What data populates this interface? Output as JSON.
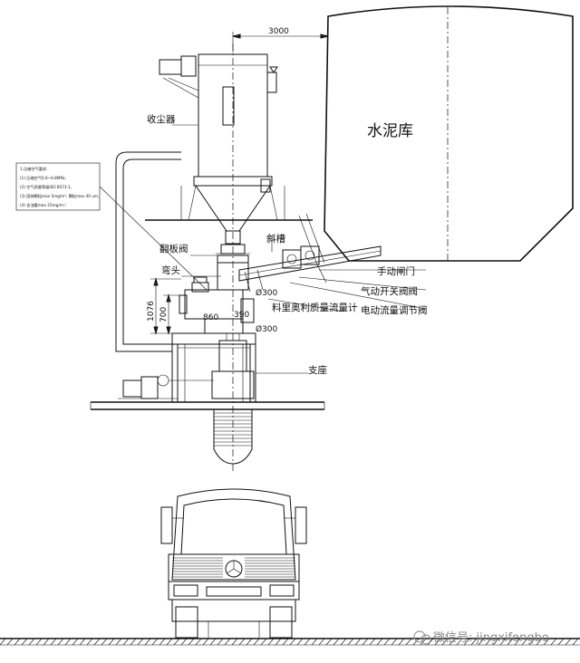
{
  "labels": {
    "silo": "水泥库",
    "dust_collector": "收尘器",
    "flap_valve": "翻板阀",
    "elbow": "弯头",
    "chute": "斜槽",
    "manual_gate": "手动闸门",
    "pneumatic_valve": "气动开关阀阀",
    "flowmeter": "料里奥利质量流量计",
    "electric_valve": "电动流量调节阀",
    "support": "支座"
  },
  "dimensions": {
    "d3000": "3000",
    "d1076": "1076",
    "d700": "700",
    "d300a": "Ø300",
    "d300b": "Ø300",
    "d860": "860",
    "d390": "390"
  },
  "notes": {
    "title": "1.压缩空气要求:",
    "lines": [
      "(1) 压缩空气0.6~0.8MPa;",
      "(2) 空气质量等级ISO 8573-1,",
      "(3) 固体颗粒max 5mg/m³, 颗粒max 40 um,",
      "(4) 含油量max 25mg/m³;"
    ]
  },
  "watermark": "微信号: jingxifengbo"
}
